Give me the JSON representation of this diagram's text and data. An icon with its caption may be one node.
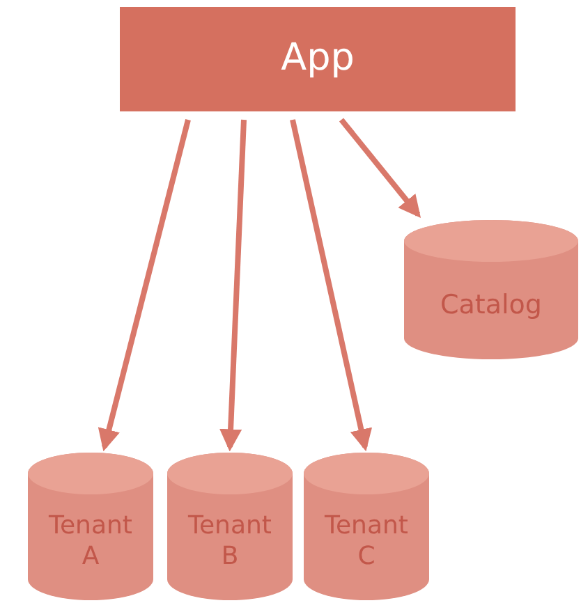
{
  "diagram": {
    "nodes": [
      {
        "text": [
          "App"
        ]
      },
      {
        "text": [
          "Catalog"
        ]
      },
      {
        "text": [
          "Tenant A"
        ]
      },
      {
        "text": [
          "Tenant B"
        ]
      },
      {
        "text": [
          "Tenant C"
        ]
      }
    ],
    "edges": [
      {
        "from": 0,
        "to": 2,
        "arrow": "to"
      },
      {
        "from": 0,
        "to": 3,
        "arrow": "to"
      },
      {
        "from": 0,
        "to": 4,
        "arrow": "to"
      },
      {
        "from": 0,
        "to": 1,
        "arrow": "to"
      }
    ]
  }
}
